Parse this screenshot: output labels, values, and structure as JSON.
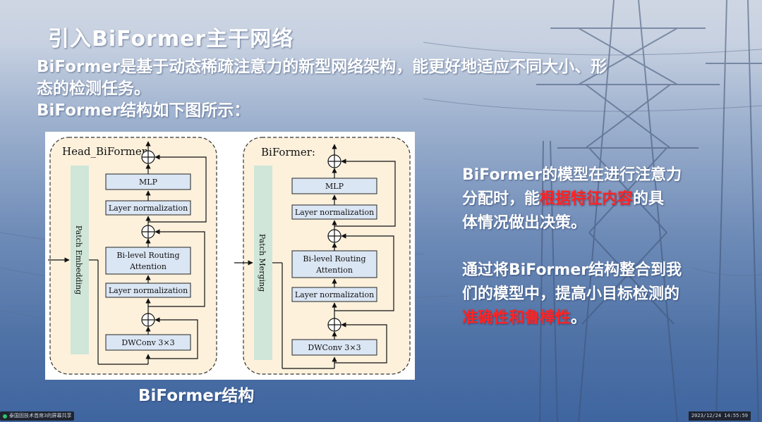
{
  "slide": {
    "title": "引入BiFormer主干网络",
    "intro_line1": "BiFormer是基于动态稀疏注意力的新型网络架构，能更好地适应不同大小、形",
    "intro_line2": "态的检测任务。",
    "intro_line3": "BiFormer结构如下图所示：",
    "caption": "BiFormer结构"
  },
  "figure": {
    "left_panel": {
      "title": "Head_BiFormer:",
      "side_label": "Patch Embedding",
      "mlp": "MLP",
      "ln_top": "Layer normalization",
      "attn_line1": "Bi-level Routing",
      "attn_line2": "Attention",
      "ln_bottom": "Layer normalization",
      "dwconv": "DWConv 3×3"
    },
    "right_panel": {
      "title": "BiFormer:",
      "side_label": "Patch Merging",
      "mlp": "MLP",
      "ln_top": "Layer normalization",
      "attn_line1": "Bi-level Routing",
      "attn_line2": "Attention",
      "ln_bottom": "Layer normalization",
      "dwconv": "DWConv 3×3"
    }
  },
  "side": {
    "p1_a": "BiFormer的模型在进行注意力",
    "p1_b": "分配时，能",
    "p1_red": "根据特征内容",
    "p1_c": "的具",
    "p1_d": "体情况做出决策。",
    "p2_a": "通过将BiFormer结构整合到我",
    "p2_b": "们的模型中，提高小目标检测的",
    "p2_red": "准确性和鲁棒性",
    "p2_c": "。"
  },
  "taskbar": {
    "left_text": "泰国固技术首席3的屏幕共享",
    "datetime": "2023/12/24 14:55:59"
  },
  "colors": {
    "panel_fill": "#fdf1dc",
    "block_fill": "#dbe6f4",
    "side_bar_fill": "#cfe6d8",
    "highlight_red": "#ff2424"
  }
}
